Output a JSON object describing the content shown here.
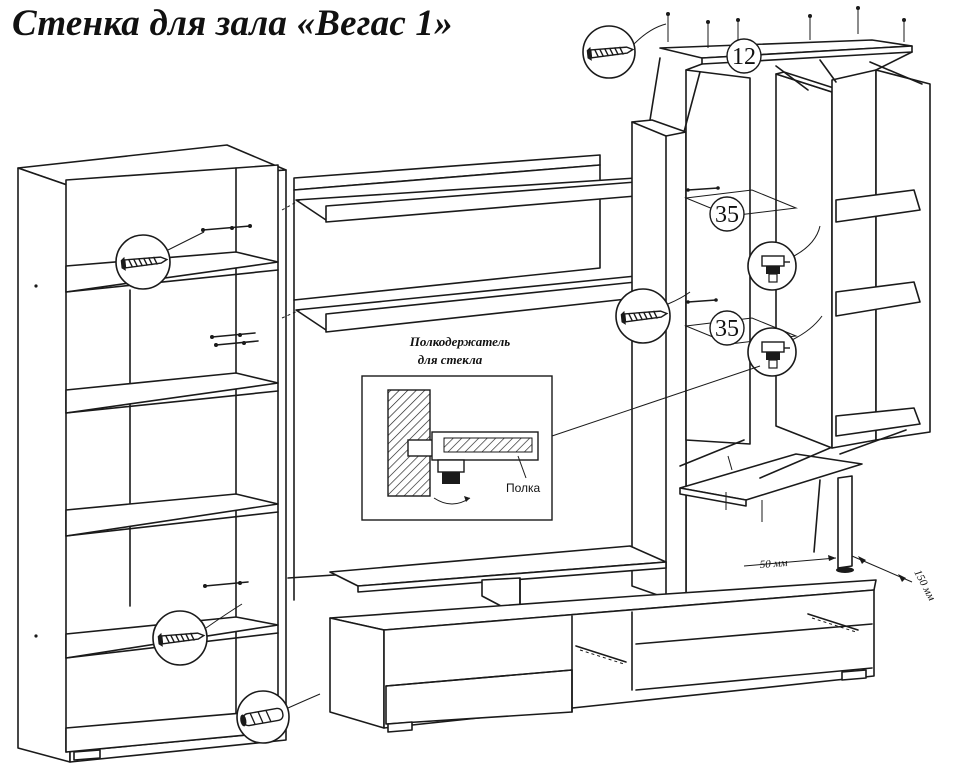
{
  "title": "Стенка для зала «Вегас 1»",
  "parts": {
    "top_number": "12",
    "glass_shelf_number_upper": "35",
    "glass_shelf_number_lower": "35"
  },
  "inset": {
    "caption_line1": "Полкодержатель",
    "caption_line2": "для стекла",
    "shelf_label": "Полка"
  },
  "dimensions": {
    "offset_50": "50 мм",
    "offset_150": "150 мм"
  },
  "icons": [
    "screw-icon",
    "dowel-icon",
    "glass-holder-icon",
    "rotation-arrow-icon"
  ]
}
